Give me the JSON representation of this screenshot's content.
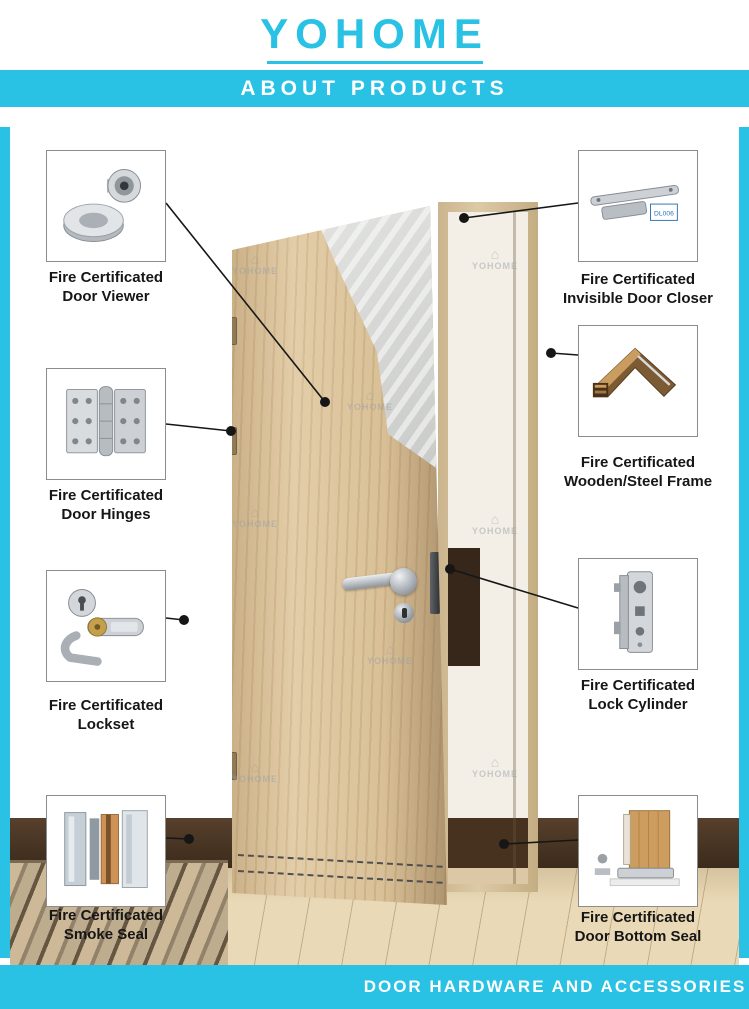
{
  "header": {
    "logo": "YOHOME",
    "banner": "ABOUT PRODUCTS"
  },
  "footer": {
    "banner": "DOOR HARDWARE AND ACCESSORIES"
  },
  "watermark": "YOHOME",
  "callouts": {
    "left": [
      {
        "line1": "Fire Certificated",
        "line2": "Door Viewer",
        "image": "door-viewer-image"
      },
      {
        "line1": "Fire Certificated",
        "line2": "Door Hinges",
        "image": "door-hinges-image"
      },
      {
        "line1": "Fire Certificated",
        "line2": "Lockset",
        "image": "lockset-image"
      },
      {
        "line1": "Fire Certificated",
        "line2": "Smoke Seal",
        "image": "smoke-seal-image"
      }
    ],
    "right": [
      {
        "line1": "Fire Certificated",
        "line2": "Invisible Door Closer",
        "image": "invisible-door-closer-image",
        "part_label": "DL006"
      },
      {
        "line1": "Fire Certificated",
        "line2": "Wooden/Steel Frame",
        "image": "wooden-steel-frame-image"
      },
      {
        "line1": "Fire Certificated",
        "line2": "Lock Cylinder",
        "image": "lock-cylinder-image"
      },
      {
        "line1": "Fire Certificated",
        "line2": "Door Bottom Seal",
        "image": "door-bottom-seal-image"
      }
    ]
  },
  "colors": {
    "accent": "#29c1e4",
    "text": "#161616"
  }
}
